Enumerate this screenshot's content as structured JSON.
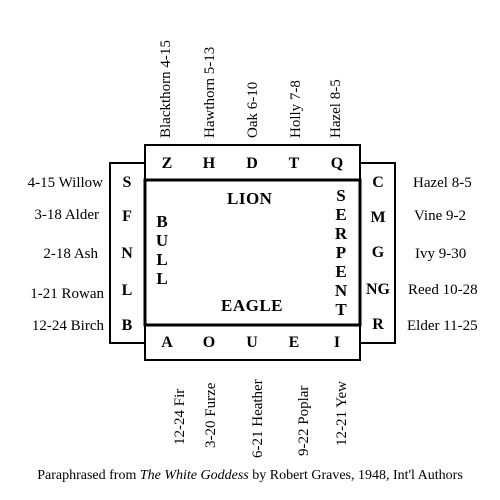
{
  "top_letters": [
    "Z",
    "H",
    "D",
    "T",
    "Q"
  ],
  "top_labels": [
    "Blackthorn 4-15",
    "Hawthorn 5-13",
    "Oak  6-10",
    "Holly   7-8",
    "Hazel  8-5"
  ],
  "bottom_letters": [
    "A",
    "O",
    "U",
    "E",
    "I"
  ],
  "bottom_labels": [
    "12-24 Fir",
    "3-20 Furze",
    "6-21 Heather",
    "9-22 Poplar",
    "12-21 Yew"
  ],
  "left_letters": [
    "S",
    "F",
    "N",
    "L",
    "B"
  ],
  "left_labels": [
    "4-15 Willow",
    "3-18 Alder",
    "2-18 Ash",
    "1-21 Rowan",
    "12-24 Birch"
  ],
  "right_letters": [
    "C",
    "M",
    "G",
    "NG",
    "R"
  ],
  "right_labels": [
    "Hazel 8-5",
    "Vine 9-2",
    "Ivy 9-30",
    "Reed 10-28",
    "Elder 11-25"
  ],
  "beasts": {
    "top": "LION",
    "bottom": "EAGLE",
    "left": "BULL",
    "right": "SERPENT"
  },
  "caption": {
    "prefix": "Paraphrased from ",
    "title": "The White Goddess",
    "suffix": " by Robert Graves, 1948, Int'l Authors"
  }
}
